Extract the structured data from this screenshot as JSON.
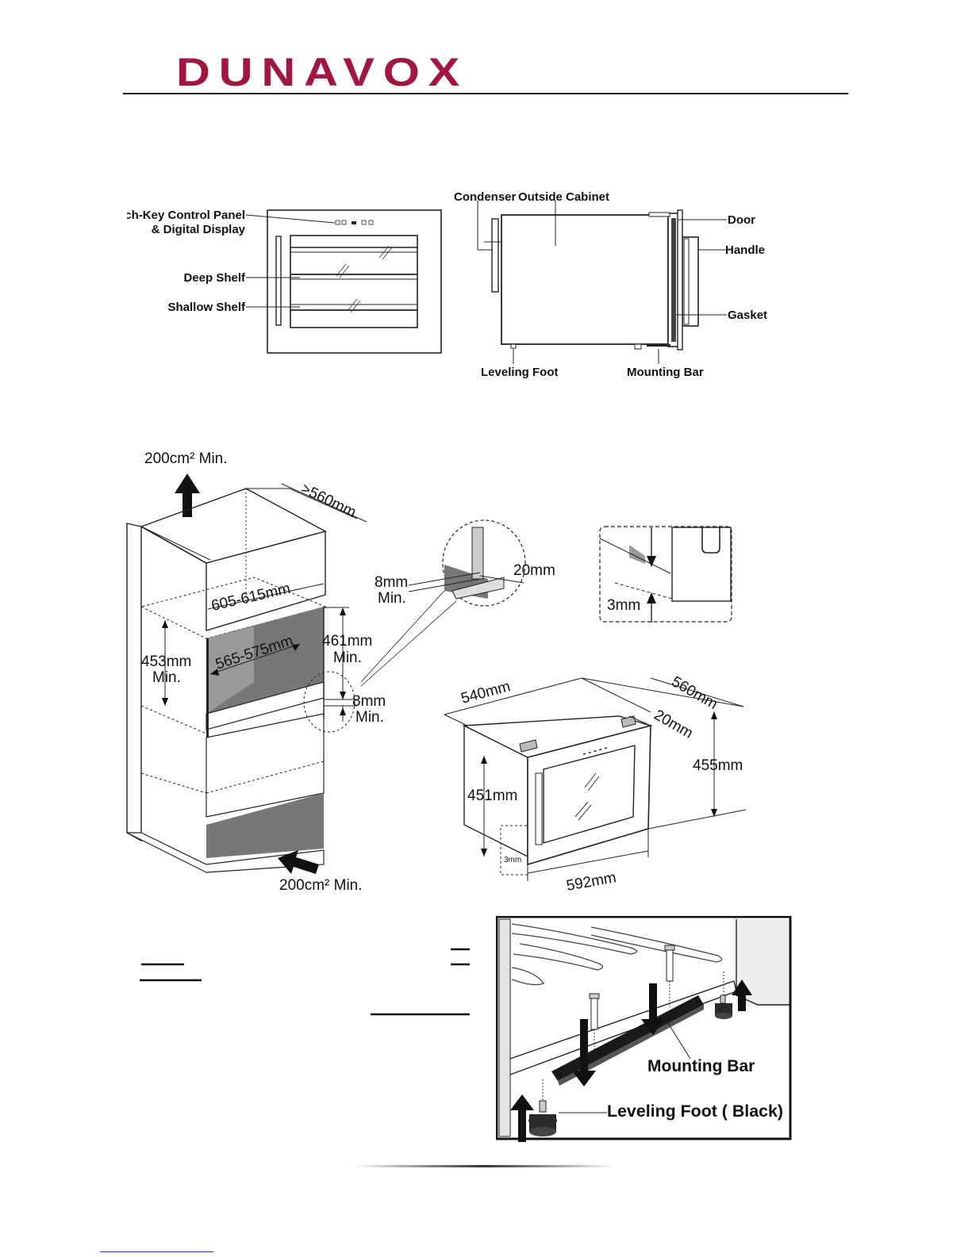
{
  "header": {
    "brand": "DUNAVOX",
    "brand_color": "#a3163f"
  },
  "figure1_front": {
    "labels": {
      "control_panel_line1": "Touch-Key Control Panel",
      "control_panel_line2": "& Digital Display",
      "deep_shelf": "Deep Shelf",
      "shallow_shelf": "Shallow Shelf"
    }
  },
  "figure1_side": {
    "labels": {
      "condenser": "Condenser",
      "outside_cabinet": "Outside Cabinet",
      "door": "Door",
      "handle": "Handle",
      "gasket": "Gasket",
      "leveling_foot": "Leveling Foot",
      "mounting_bar": "Mounting Bar"
    }
  },
  "figure2_cabinet": {
    "vent_top": "200cm² Min.",
    "vent_bottom": "200cm² Min.",
    "depth": ">560mm",
    "width_outer": "605-615mm",
    "width_inner": "565-575mm",
    "height_left_1": "453mm",
    "height_left_2": "Min.",
    "height_right_1": "461mm",
    "height_right_2": "Min.",
    "gap_1": "8mm",
    "gap_2": "Min."
  },
  "figure2_detail": {
    "gap_1": "8mm",
    "gap_2": "Min.",
    "depth": "20mm"
  },
  "figure2_inset": {
    "gap": "3mm"
  },
  "figure2_unit": {
    "width_top": "540mm",
    "depth": "560mm",
    "door_depth": "20mm",
    "height_total": "455mm",
    "height_body": "451mm",
    "width_bottom": "592mm",
    "gap_small": "3mm"
  },
  "figure3": {
    "mounting_bar": "Mounting Bar",
    "leveling_foot": "Leveling Foot ( Black)"
  }
}
